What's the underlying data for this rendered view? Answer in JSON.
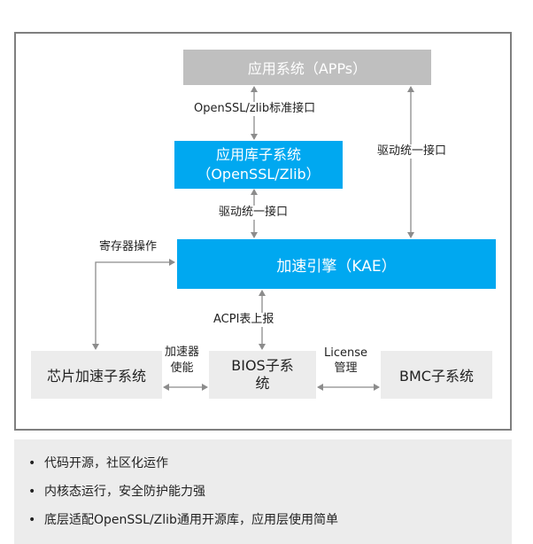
{
  "diagram": {
    "app_system": "应用系统（APPs）",
    "lib_subsystem_line1": "应用库子系统",
    "lib_subsystem_line2": "（OpenSSL/Zlib）",
    "kae": "加速引擎（KAE）",
    "chip_subsystem": "芯片加速子系统",
    "bios_subsystem_line1": "BIOS子系",
    "bios_subsystem_line2": "统",
    "bmc_subsystem": "BMC子系统",
    "labels": {
      "openssl_zlib_interface": "OpenSSL/zlib标准接口",
      "driver_interface_right": "驱动统一接口",
      "driver_interface_mid": "驱动统一接口",
      "register_ops": "寄存器操作",
      "acpi_report": "ACPI表上报",
      "accel_enable_line1": "加速器",
      "accel_enable_line2": "使能",
      "license_line1": "License",
      "license_line2": "管理"
    },
    "colors": {
      "grey_box": "#bfbfbf",
      "light_box": "#ececec",
      "blue_box": "#00a8f0",
      "frame": "#7f7f7f",
      "arrow": "#8c8c8c"
    }
  },
  "bullets": [
    "代码开源，社区化运作",
    "内核态运行，安全防护能力强",
    "底层适配OpenSSL/Zlib通用开源库，应用层使用简单"
  ],
  "bullet_symbol": "•"
}
